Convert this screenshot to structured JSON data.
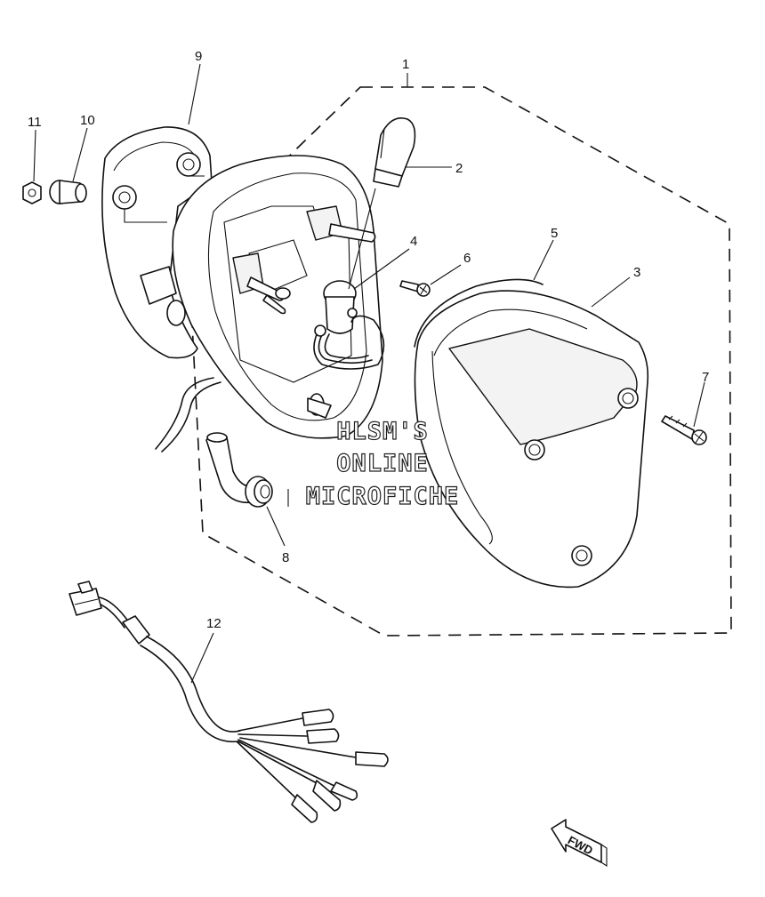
{
  "callouts": [
    {
      "id": "1",
      "label": "1"
    },
    {
      "id": "2",
      "label": "2"
    },
    {
      "id": "3",
      "label": "3"
    },
    {
      "id": "4",
      "label": "4"
    },
    {
      "id": "5",
      "label": "5"
    },
    {
      "id": "6",
      "label": "6"
    },
    {
      "id": "7",
      "label": "7"
    },
    {
      "id": "8",
      "label": "8"
    },
    {
      "id": "9",
      "label": "9"
    },
    {
      "id": "10",
      "label": "10"
    },
    {
      "id": "11",
      "label": "11"
    },
    {
      "id": "12",
      "label": "12"
    }
  ],
  "watermark": {
    "line1": "HLSM'S",
    "line2": "ONLINE",
    "line3": "MICROFICHE"
  },
  "direction_indicator": {
    "label": "FWD",
    "icon": "arrow-left-icon"
  }
}
